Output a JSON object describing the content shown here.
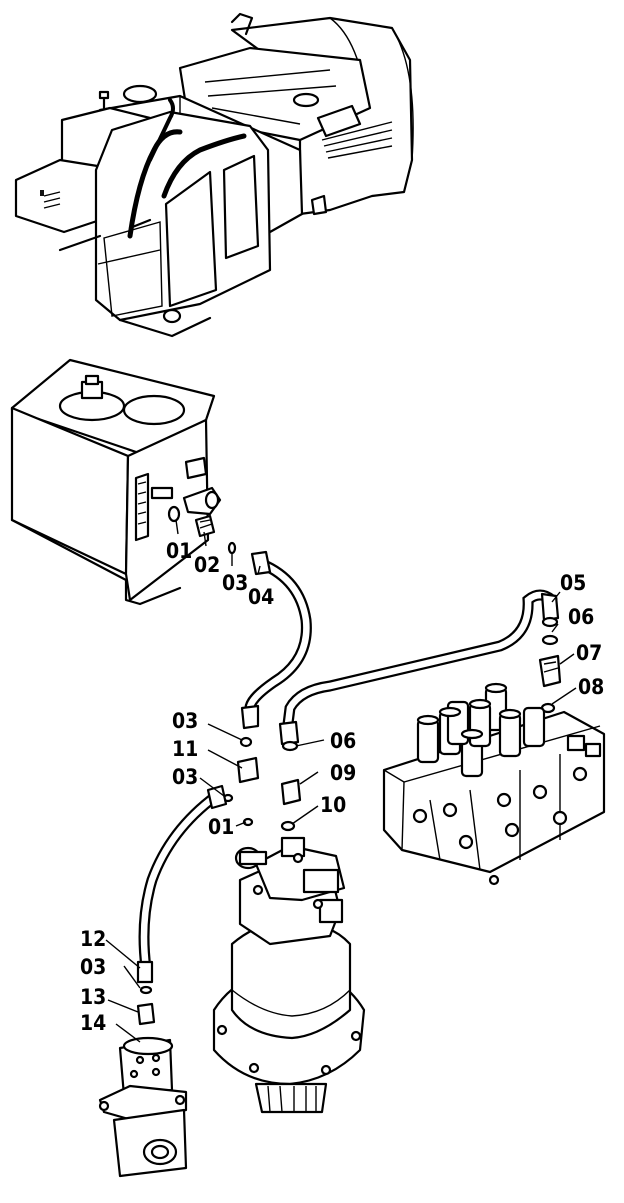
{
  "diagram": {
    "parts": [
      {
        "id": "excavator",
        "icon": "excavator-icon"
      },
      {
        "id": "hydraulic-tank",
        "icon": "hydraulic-tank-icon"
      },
      {
        "id": "main-control-valve",
        "icon": "control-valve-icon"
      },
      {
        "id": "swing-motor",
        "icon": "swing-motor-icon"
      },
      {
        "id": "center-joint",
        "icon": "center-joint-icon"
      }
    ],
    "labels": [
      {
        "key": "l01a",
        "text": "01"
      },
      {
        "key": "l02",
        "text": "02"
      },
      {
        "key": "l03a",
        "text": "03"
      },
      {
        "key": "l04",
        "text": "04"
      },
      {
        "key": "l05",
        "text": "05"
      },
      {
        "key": "l06a",
        "text": "06"
      },
      {
        "key": "l07",
        "text": "07"
      },
      {
        "key": "l08",
        "text": "08"
      },
      {
        "key": "l03b",
        "text": "03"
      },
      {
        "key": "l06b",
        "text": "06"
      },
      {
        "key": "l11",
        "text": "11"
      },
      {
        "key": "l03c",
        "text": "03"
      },
      {
        "key": "l09",
        "text": "09"
      },
      {
        "key": "l01b",
        "text": "01"
      },
      {
        "key": "l10",
        "text": "10"
      },
      {
        "key": "l12",
        "text": "12"
      },
      {
        "key": "l03d",
        "text": "03"
      },
      {
        "key": "l13",
        "text": "13"
      },
      {
        "key": "l14",
        "text": "14"
      }
    ]
  }
}
